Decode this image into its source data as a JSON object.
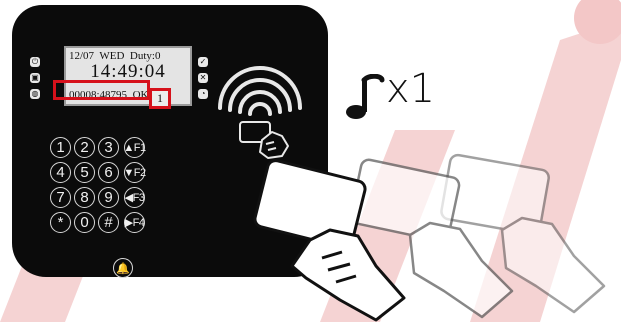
{
  "colors": {
    "highlight": "#d6111b",
    "watermark": "#f5d3d3",
    "device_body": "#0b0b0b",
    "lcd_bg": "#e4e4e4"
  },
  "lcd": {
    "date": "12/07",
    "weekday": "WED",
    "duty": "Duty:0",
    "time": "14:49:04",
    "card_number": "00008:48795",
    "status": "OK",
    "count": "1"
  },
  "side_icons": {
    "left": [
      "power-icon",
      "lock-icon",
      "menu-icon"
    ],
    "right": [
      "check-icon",
      "cross-icon",
      "bell-icon"
    ]
  },
  "keypad": {
    "keys": [
      {
        "label": "1",
        "name": "key-1"
      },
      {
        "label": "2",
        "name": "key-2"
      },
      {
        "label": "3",
        "name": "key-3"
      },
      {
        "label": "▲F1",
        "name": "key-f1"
      },
      {
        "label": "4",
        "name": "key-4"
      },
      {
        "label": "5",
        "name": "key-5"
      },
      {
        "label": "6",
        "name": "key-6"
      },
      {
        "label": "▼F2",
        "name": "key-f2"
      },
      {
        "label": "7",
        "name": "key-7"
      },
      {
        "label": "8",
        "name": "key-8"
      },
      {
        "label": "9",
        "name": "key-9"
      },
      {
        "label": "◀F3",
        "name": "key-f3"
      },
      {
        "label": "*",
        "name": "key-star"
      },
      {
        "label": "0",
        "name": "key-0"
      },
      {
        "label": "#",
        "name": "key-hash"
      },
      {
        "label": "▶F4",
        "name": "key-f4"
      }
    ]
  },
  "beep": {
    "icon": "music-note-icon",
    "label": "x1"
  }
}
